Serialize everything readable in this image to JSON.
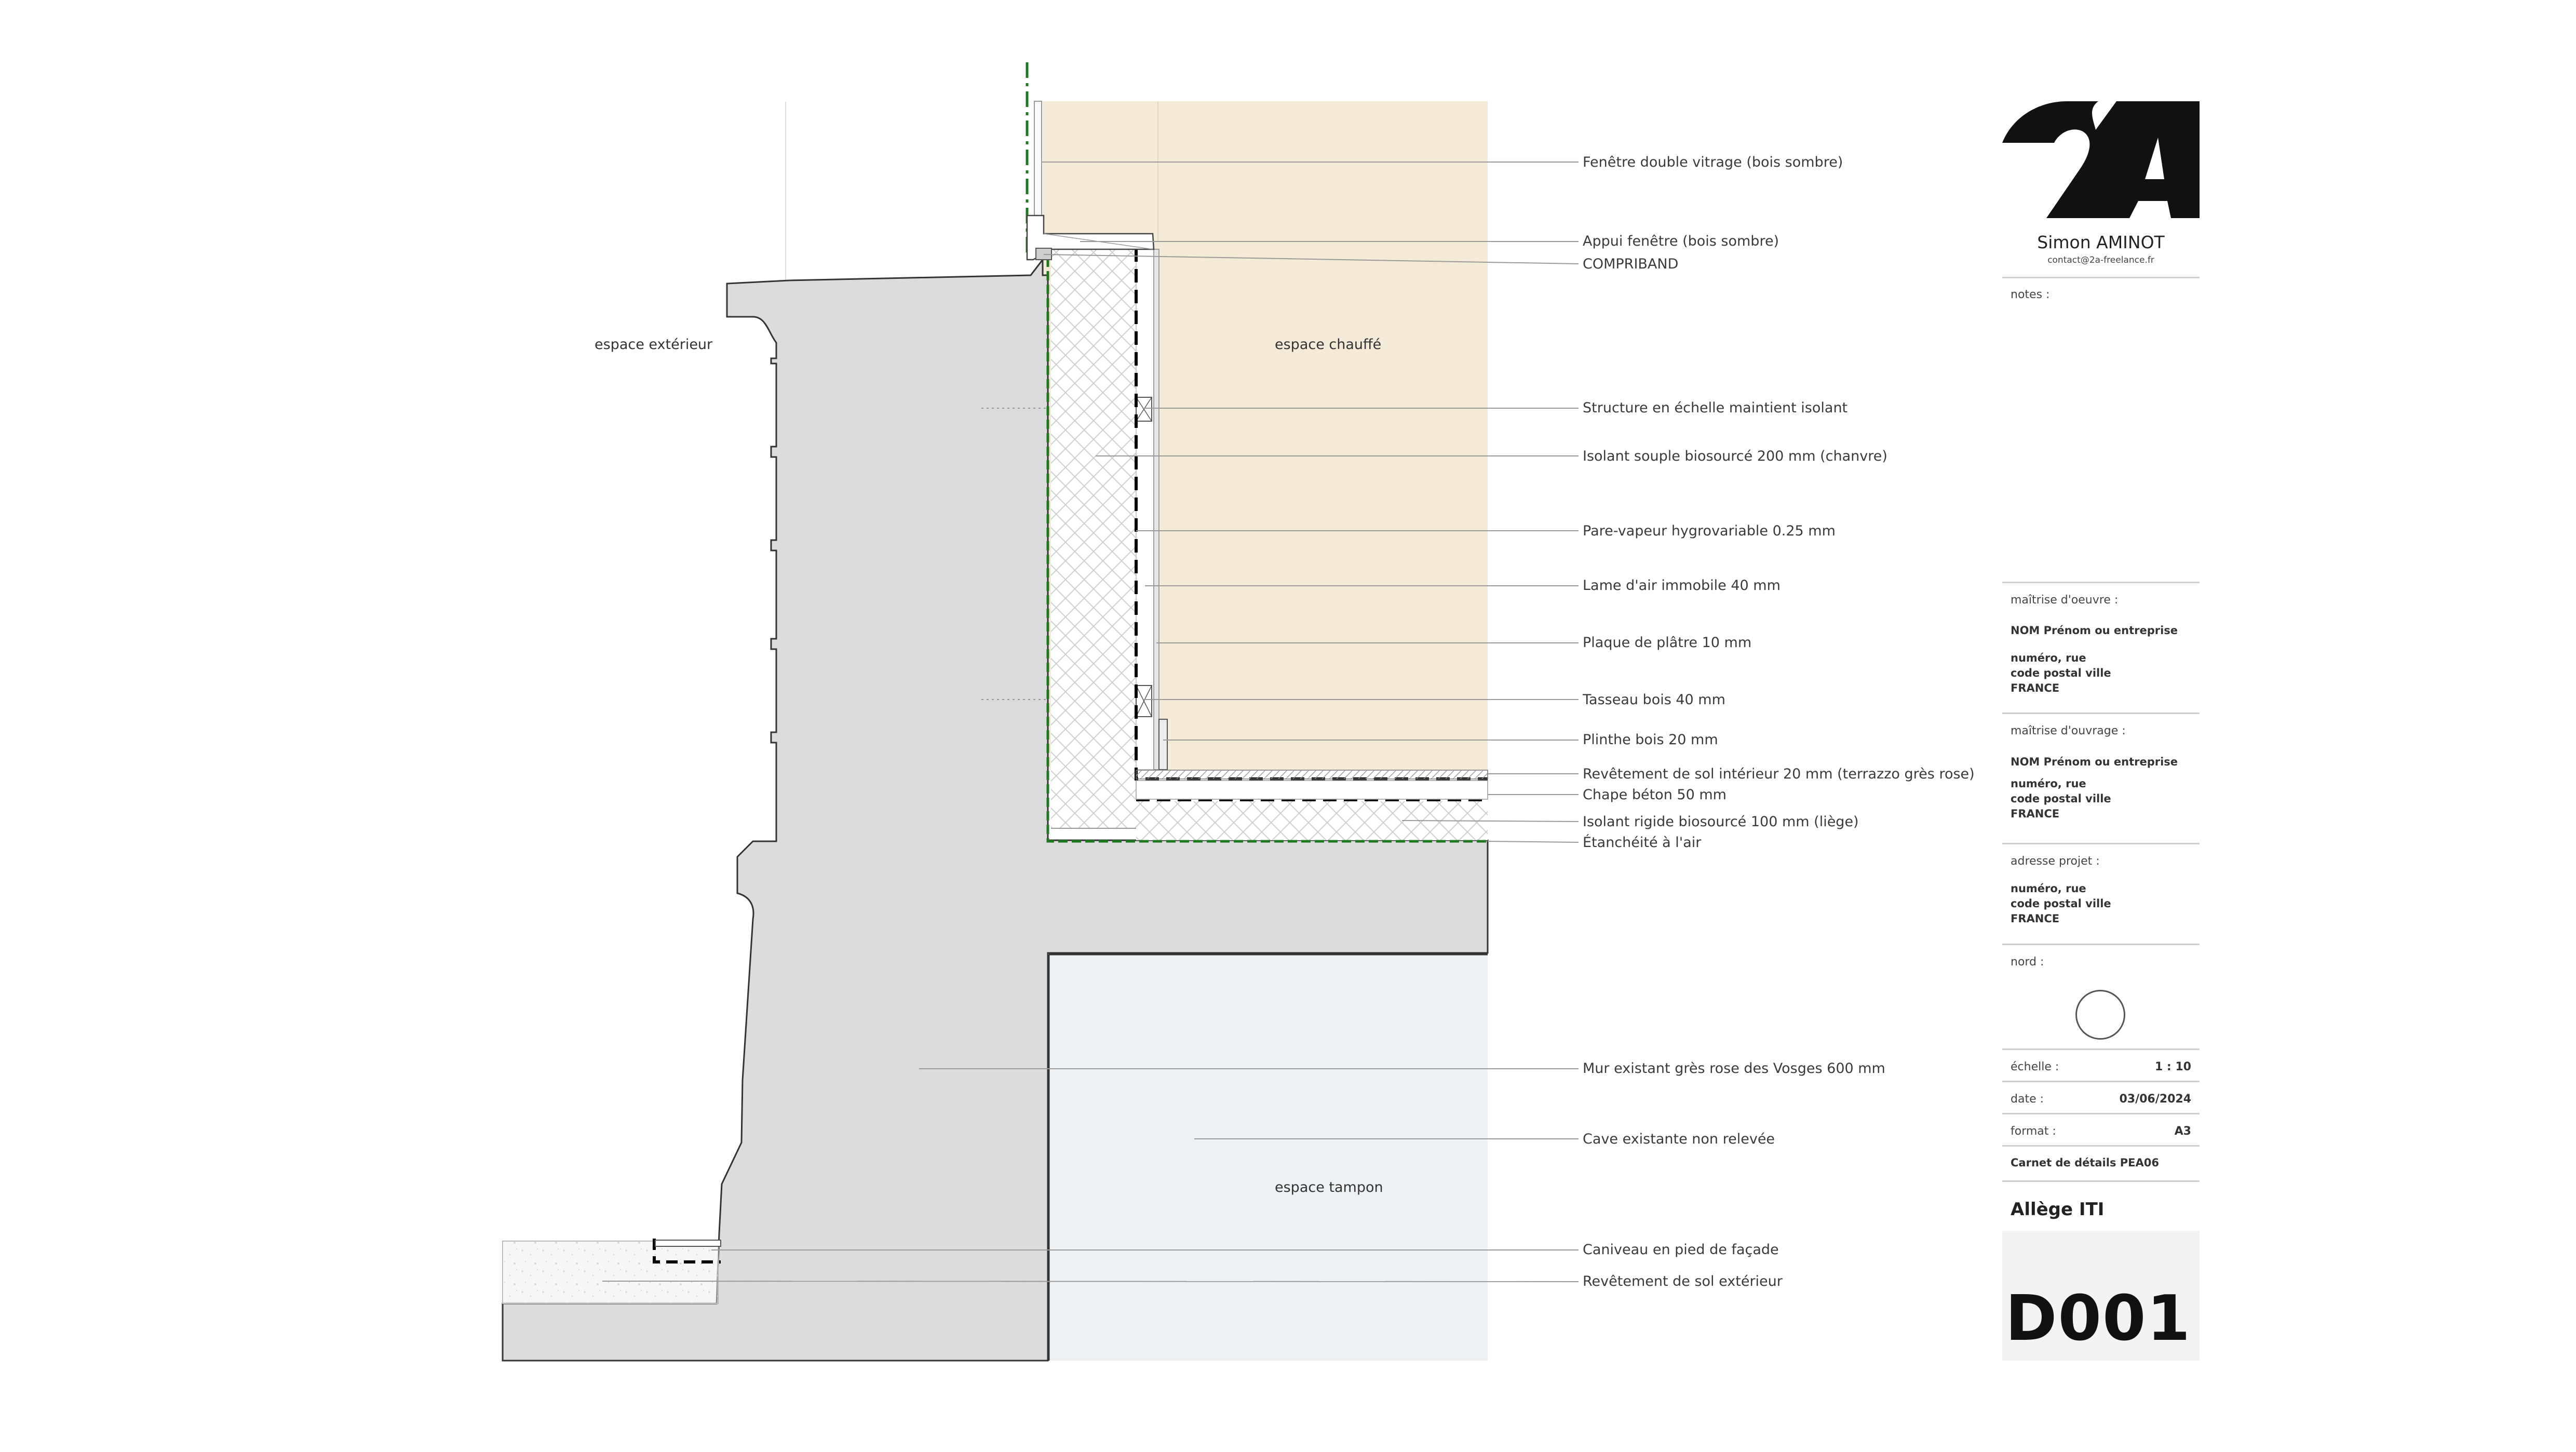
{
  "spaces": {
    "exterior": "espace extérieur",
    "heated": "espace chauffé",
    "buffer": "espace tampon"
  },
  "labels": [
    "Fenêtre double vitrage (bois sombre)",
    "Appui fenêtre (bois sombre)",
    "COMPRIBAND",
    "Structure en échelle maintient isolant",
    "Isolant souple biosourcé 200 mm (chanvre)",
    "Pare-vapeur hygrovariable 0.25 mm",
    "Lame d'air immobile 40 mm",
    "Plaque de plâtre 10 mm",
    "Tasseau bois 40 mm",
    "Plinthe bois 20 mm",
    "Revêtement de sol intérieur 20 mm (terrazzo grès rose)",
    "Chape béton 50 mm",
    "Isolant rigide biosourcé 100 mm (liège)",
    "Étanchéité à l'air",
    "Mur existant grès rose des Vosges 600 mm",
    "Cave existante non relevée",
    "Caniveau en pied de façade",
    "Revêtement de sol extérieur"
  ],
  "colors": {
    "masonry": "#dcdcdc",
    "heated_space": "#f3ead8",
    "buffer_space": "#eef1f3",
    "airtight_line": "#1e7a1e",
    "leader": "#9a9a9a"
  },
  "title_block": {
    "logo": "2A",
    "author": "Simon AMINOT",
    "email": "contact@2a-freelance.fr",
    "notes_label": "notes :",
    "moe_label": "maîtrise d'oeuvre :",
    "moe_name": "NOM Prénom ou entreprise",
    "moe_address": "numéro, rue\ncode postal ville\nFRANCE",
    "mo_label": "maîtrise d'ouvrage :",
    "mo_name": "NOM Prénom ou entreprise",
    "mo_address": "numéro, rue\ncode postal ville\nFRANCE",
    "project_label": "adresse projet :",
    "project_address": "numéro, rue\ncode postal ville\nFRANCE",
    "north_label": "nord :",
    "north_icon": "north-circle-icon",
    "scale_label": "échelle :",
    "scale_value": "1 : 10",
    "date_label": "date :",
    "date_value": "03/06/2024",
    "format_label": "format :",
    "format_value": "A3",
    "booklet": "Carnet de détails PEA06",
    "sheet_title": "Allège ITI",
    "sheet_code": "D001"
  }
}
